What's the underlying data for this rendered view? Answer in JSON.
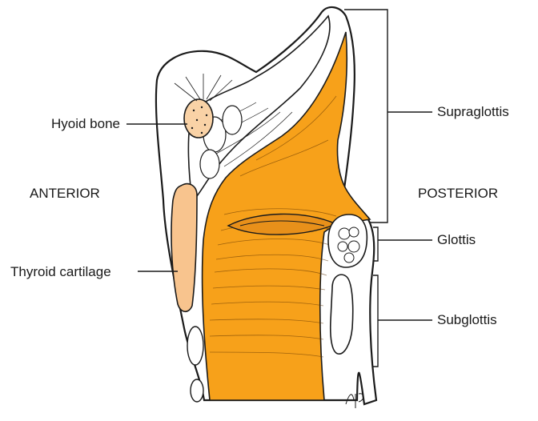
{
  "labels": {
    "hyoid_bone": "Hyoid bone",
    "thyroid_cartilage": "Thyroid cartilage",
    "anterior": "ANTERIOR",
    "posterior": "POSTERIOR",
    "supraglottis": "Supraglottis",
    "glottis": "Glottis",
    "subglottis": "Subglottis"
  },
  "colors": {
    "mucosa": "#F7A11A",
    "cartilage": "#F8C48E",
    "bone": "#F9D2A6",
    "outline": "#1a1a1a"
  }
}
